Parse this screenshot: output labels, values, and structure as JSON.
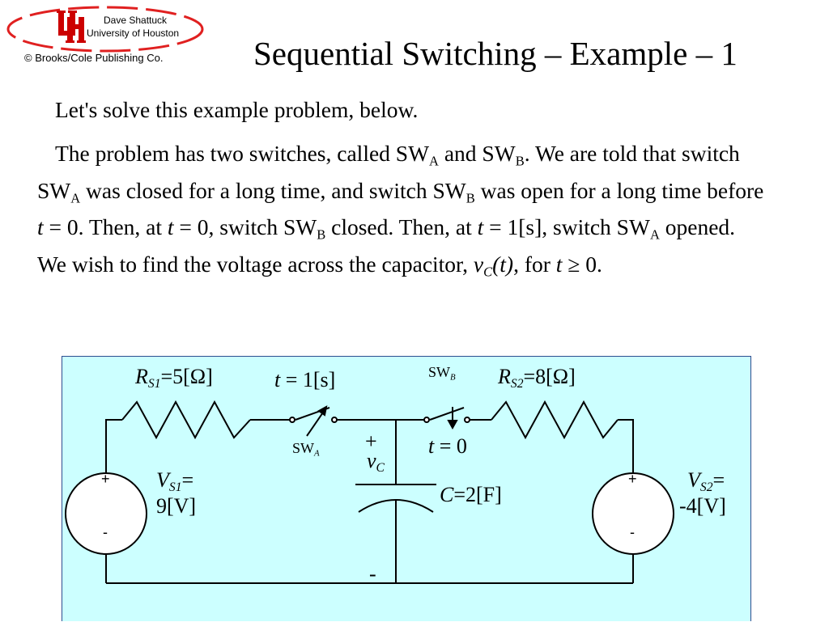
{
  "header": {
    "credit_name": "Dave Shattuck",
    "credit_univ": "University of Houston",
    "credit_pub": "© Brooks/Cole Publishing Co.",
    "logo_icon": "uh-logo-icon"
  },
  "title": "Sequential Switching – Example – 1",
  "para1": "Let's solve this example problem, below.",
  "para2": {
    "t1": "The problem has two switches, called SW",
    "s1": "A",
    "t2": " and SW",
    "s2": "B",
    "t3": ".  We are told that switch SW",
    "s3": "A",
    "t4": " was closed for a long time, and switch SW",
    "s4": "B",
    "t5": " was open for a long time before ",
    "t6": "t",
    "t7": " = 0.  Then, at ",
    "t8": "t",
    "t9": " = 0, switch SW",
    "s5": "B",
    "t10": " closed.  Then, at ",
    "t11": "t",
    "t12": " = 1[s], switch SW",
    "s6": "A",
    "t13": " opened.  We wish to find the voltage across the capacitor, ",
    "v": "v",
    "vsub": "C",
    "t14": "(t)",
    "t15": ", for ",
    "t16": "t",
    "t17": " ≥ 0."
  },
  "circuit": {
    "rs1": {
      "sym": "R",
      "sub": "S1",
      "val": "=5[Ω]"
    },
    "rs2": {
      "sym": "R",
      "sub": "S2",
      "val": "=8[Ω]"
    },
    "swa_time": {
      "t": "t",
      "rest": " = 1[s]"
    },
    "swa_label": {
      "sw": "SW",
      "sub": "A"
    },
    "swb_label": {
      "sw": "SW",
      "sub": "B"
    },
    "swb_time": {
      "t": "t",
      "rest": " = 0"
    },
    "vc_plus": "+",
    "vc": {
      "v": "v",
      "sub": "C"
    },
    "vc_minus": "-",
    "cap": {
      "c": "C",
      "val": "=2[F]"
    },
    "vs1": {
      "sym": "V",
      "sub": "S1",
      "eq": "=",
      "val": "9[V]",
      "plus": "+",
      "minus": "-"
    },
    "vs2": {
      "sym": "V",
      "sub": "S2",
      "eq": "=",
      "val": "-4[V]",
      "plus": "+",
      "minus": "-"
    },
    "background": "#ccffff",
    "border": "#2d4d8f"
  },
  "colors": {
    "logo_red": "#cc0000",
    "logo_oval": "#e02020"
  }
}
